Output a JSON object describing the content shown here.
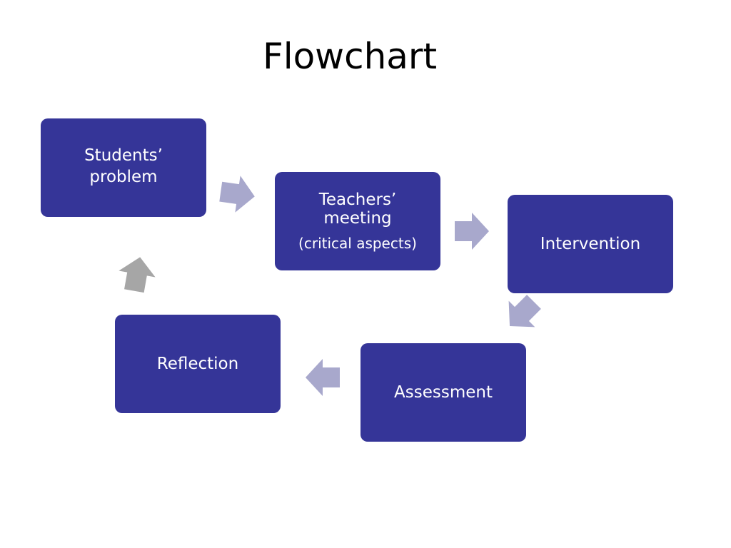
{
  "title": "Flowchart",
  "steps": [
    {
      "label": "Students’\nproblem",
      "sub": ""
    },
    {
      "label": "Teachers’ meeting",
      "sub": "(critical aspects)"
    },
    {
      "label": "Intervention",
      "sub": ""
    },
    {
      "label": "Assessment",
      "sub": ""
    },
    {
      "label": "Reflection",
      "sub": ""
    }
  ],
  "colors": {
    "node_fill": "#353598",
    "node_text": "#ffffff",
    "arrow_light": "#a8a8cc",
    "arrow_gray": "#a6a6a6"
  }
}
